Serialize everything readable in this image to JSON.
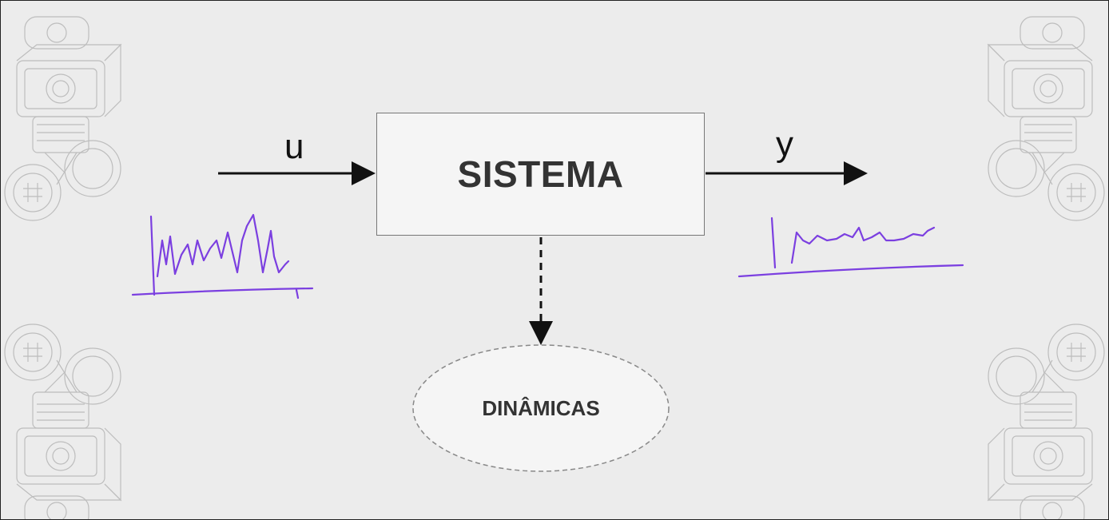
{
  "diagram": {
    "system_label": "SISTEMA",
    "input_label": "u",
    "output_label": "y",
    "dynamics_label": "DINÂMICAS"
  },
  "colors": {
    "background": "#ececec",
    "box_fill": "#f5f5f5",
    "signal_stroke": "#7b3fe0",
    "arrow": "#111111",
    "text": "#333333"
  },
  "decorations": {
    "robot_modules": [
      "robot-module-icon",
      "robot-module-icon",
      "robot-module-icon",
      "robot-module-icon"
    ]
  }
}
